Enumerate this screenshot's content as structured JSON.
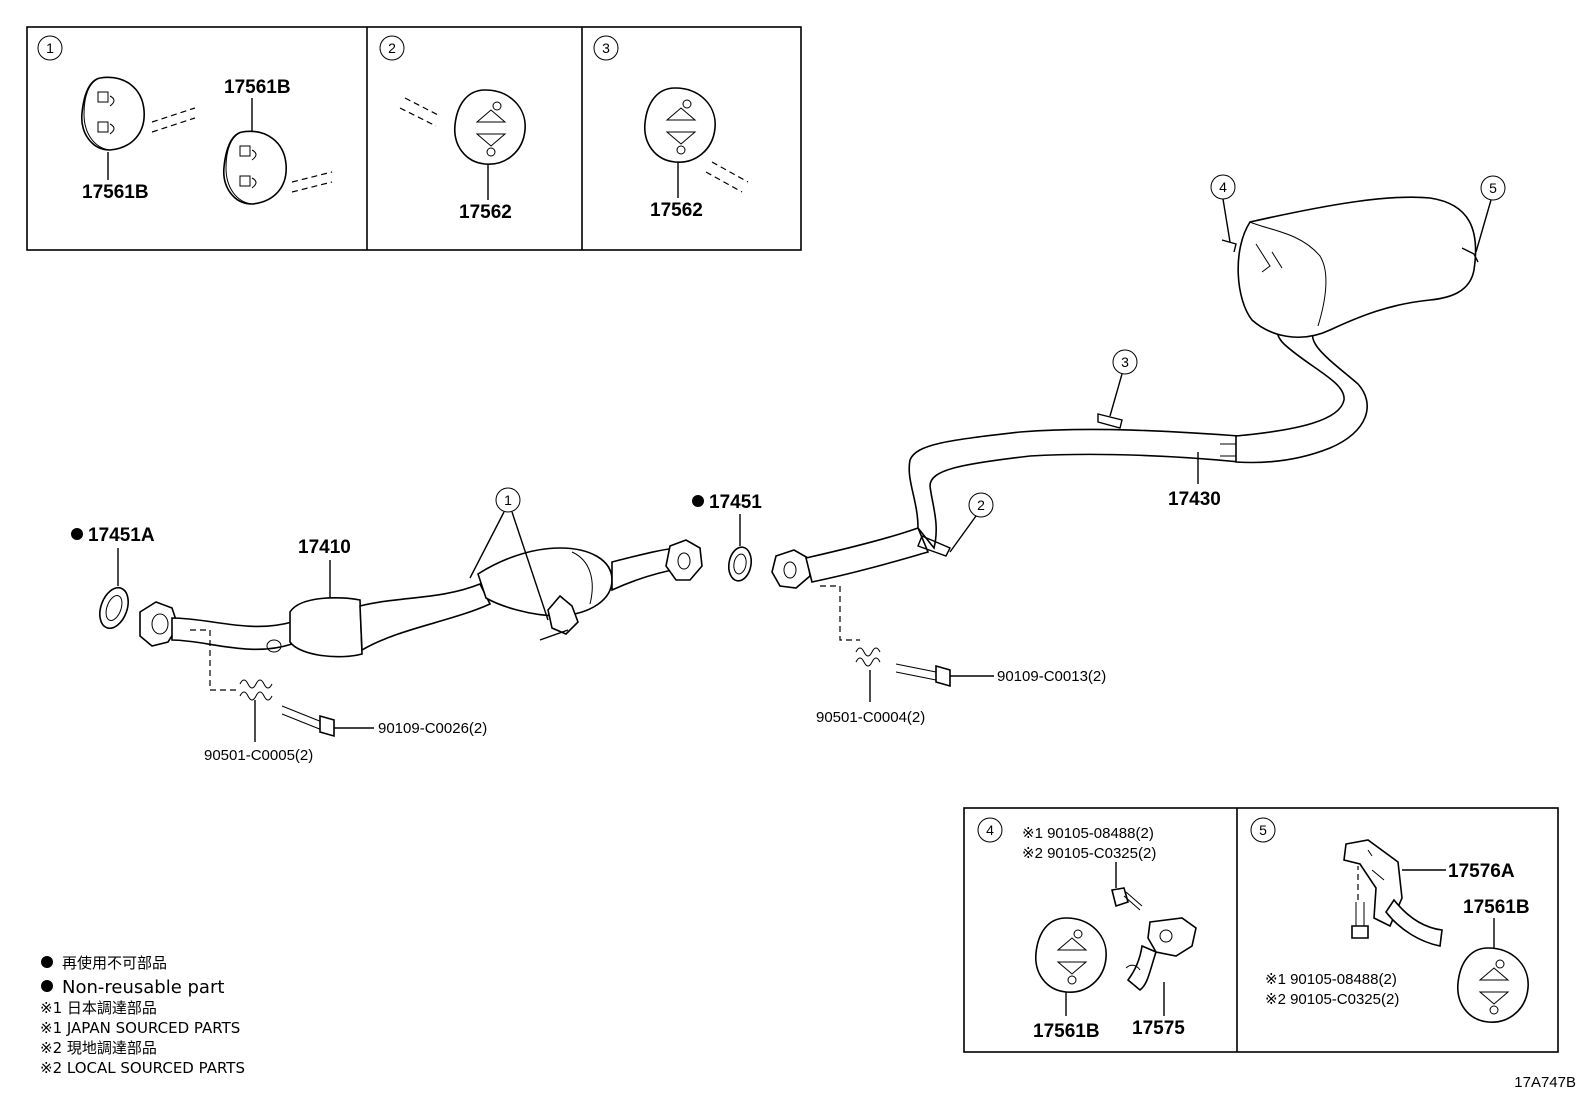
{
  "callouts": [
    "1",
    "2",
    "3",
    "4",
    "5"
  ],
  "parts": {
    "p17561B": "17561B",
    "p17562": "17562",
    "p17451A": "17451A",
    "p17451": "17451",
    "p17410": "17410",
    "p17430": "17430",
    "p90501_C0005": "90501-C0005(2)",
    "p90109_C0026": "90109-C0026(2)",
    "p90501_C0004": "90501-C0004(2)",
    "p90109_C0013": "90109-C0013(2)",
    "p17575": "17575",
    "p17576A": "17576A"
  },
  "bolt_notes": {
    "n1": "※1 90105-08488(2)",
    "n2": "※2 90105-C0325(2)"
  },
  "legend": {
    "jp_nonreuse": "再使用不可部品",
    "en_nonreuse": "Non-reusable part",
    "jp_japan": "※1 日本調達部品",
    "en_japan": "※1 JAPAN SOURCED PARTS",
    "jp_local": "※2 現地調達部品",
    "en_local": "※2 LOCAL SOURCED PARTS"
  },
  "diagram_code": "17A747B"
}
